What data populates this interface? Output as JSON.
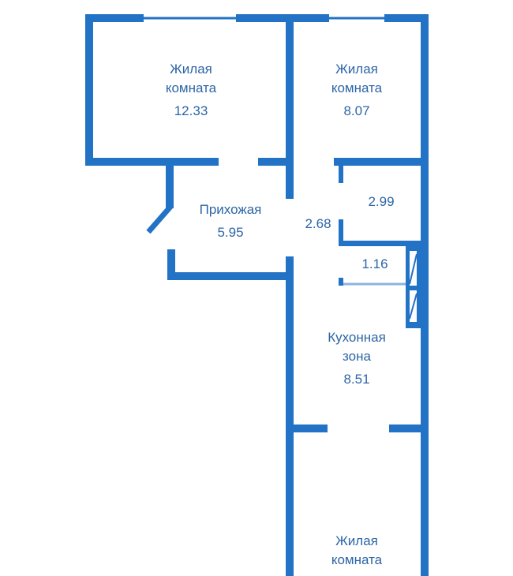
{
  "colors": {
    "wall": "#2272c6",
    "text": "#2d65a6"
  },
  "rooms": [
    {
      "name_line1": "Жилая",
      "name_line2": "комната",
      "area": "12.33"
    },
    {
      "name_line1": "Жилая",
      "name_line2": "комната",
      "area": "8.07"
    },
    {
      "name_line1": "Прихожая",
      "area": "5.95"
    },
    {
      "area": "2.68"
    },
    {
      "area": "2.99"
    },
    {
      "area": "1.16"
    },
    {
      "name_line1": "Кухонная",
      "name_line2": "зона",
      "area": "8.51"
    },
    {
      "name_line1": "Жилая",
      "name_line2": "комната"
    }
  ]
}
